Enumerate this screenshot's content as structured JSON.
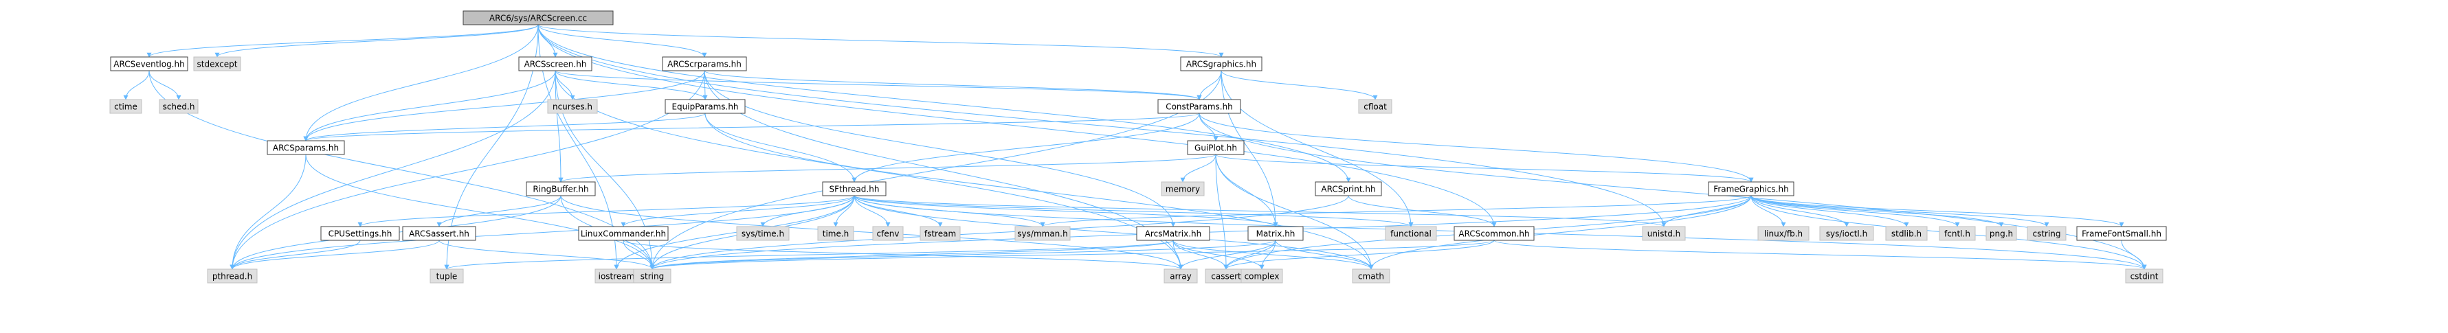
{
  "diagram": {
    "root": "ARC6/sys/ARCScreen.cc",
    "colors": {
      "root_fill": "#bfbfbf",
      "node_fill": "#ffffff",
      "system_fill": "#e0e0e0",
      "node_stroke": "#404040",
      "system_stroke": "#c0c0c0",
      "edge": "#63b8ff"
    },
    "nodes": [
      {
        "id": "n_root",
        "label": "ARC6/sys/ARCScreen.cc",
        "kind": "root"
      },
      {
        "id": "n_stdexcept",
        "label": "stdexcept",
        "kind": "system"
      },
      {
        "id": "n_arcseventlog",
        "label": "ARCSeventlog.hh",
        "kind": "local"
      },
      {
        "id": "n_arcsscreen",
        "label": "ARCSscreen.hh",
        "kind": "local"
      },
      {
        "id": "n_arcscrparams",
        "label": "ARCScrparams.hh",
        "kind": "local"
      },
      {
        "id": "n_arcsgraphics",
        "label": "ARCSgraphics.hh",
        "kind": "local"
      },
      {
        "id": "n_ctime",
        "label": "ctime",
        "kind": "system"
      },
      {
        "id": "n_schedh",
        "label": "sched.h",
        "kind": "system"
      },
      {
        "id": "n_ncursesh",
        "label": "ncurses.h",
        "kind": "system"
      },
      {
        "id": "n_equipparams",
        "label": "EquipParams.hh",
        "kind": "local"
      },
      {
        "id": "n_constparams",
        "label": "ConstParams.hh",
        "kind": "local"
      },
      {
        "id": "n_cfloat",
        "label": "cfloat",
        "kind": "system"
      },
      {
        "id": "n_arcsparams",
        "label": "ARCSparams.hh",
        "kind": "local"
      },
      {
        "id": "n_guiplot",
        "label": "GuiPlot.hh",
        "kind": "local"
      },
      {
        "id": "n_memory",
        "label": "memory",
        "kind": "system"
      },
      {
        "id": "n_ringbuffer",
        "label": "RingBuffer.hh",
        "kind": "local"
      },
      {
        "id": "n_sfthread",
        "label": "SFthread.hh",
        "kind": "local"
      },
      {
        "id": "n_arcsprint",
        "label": "ARCSprint.hh",
        "kind": "local"
      },
      {
        "id": "n_framegraphics",
        "label": "FrameGraphics.hh",
        "kind": "local"
      },
      {
        "id": "n_iostream",
        "label": "iostream",
        "kind": "system"
      },
      {
        "id": "n_cpusettings",
        "label": "CPUSettings.hh",
        "kind": "local"
      },
      {
        "id": "n_arcsassert",
        "label": "ARCSassert.hh",
        "kind": "local"
      },
      {
        "id": "n_linuxcommander",
        "label": "LinuxCommander.hh",
        "kind": "local"
      },
      {
        "id": "n_systimeh",
        "label": "sys/time.h",
        "kind": "system"
      },
      {
        "id": "n_timeh",
        "label": "time.h",
        "kind": "system"
      },
      {
        "id": "n_cfenv",
        "label": "cfenv",
        "kind": "system"
      },
      {
        "id": "n_fstream",
        "label": "fstream",
        "kind": "system"
      },
      {
        "id": "n_sysmmanh",
        "label": "sys/mman.h",
        "kind": "system"
      },
      {
        "id": "n_arcsmatrix",
        "label": "ArcsMatrix.hh",
        "kind": "local"
      },
      {
        "id": "n_matrix",
        "label": "Matrix.hh",
        "kind": "local"
      },
      {
        "id": "n_functional",
        "label": "functional",
        "kind": "system"
      },
      {
        "id": "n_arcscommon",
        "label": "ARCScommon.hh",
        "kind": "local"
      },
      {
        "id": "n_unistdh",
        "label": "unistd.h",
        "kind": "system"
      },
      {
        "id": "n_linuxfbh",
        "label": "linux/fb.h",
        "kind": "system"
      },
      {
        "id": "n_sysioctlh",
        "label": "sys/ioctl.h",
        "kind": "system"
      },
      {
        "id": "n_stdlibh",
        "label": "stdlib.h",
        "kind": "system"
      },
      {
        "id": "n_fcntlh",
        "label": "fcntl.h",
        "kind": "system"
      },
      {
        "id": "n_pngh",
        "label": "png.h",
        "kind": "system"
      },
      {
        "id": "n_cstring",
        "label": "cstring",
        "kind": "system"
      },
      {
        "id": "n_framefontsmall",
        "label": "FrameFontSmall.hh",
        "kind": "local"
      },
      {
        "id": "n_pthreadh",
        "label": "pthread.h",
        "kind": "system"
      },
      {
        "id": "n_tuple",
        "label": "tuple",
        "kind": "system"
      },
      {
        "id": "n_string",
        "label": "string",
        "kind": "system"
      },
      {
        "id": "n_array",
        "label": "array",
        "kind": "system"
      },
      {
        "id": "n_cassert",
        "label": "cassert",
        "kind": "system"
      },
      {
        "id": "n_complex",
        "label": "complex",
        "kind": "system"
      },
      {
        "id": "n_cmath",
        "label": "cmath",
        "kind": "system"
      },
      {
        "id": "n_cstdint",
        "label": "cstdint",
        "kind": "system"
      }
    ],
    "edges": [
      [
        "n_root",
        "n_stdexcept"
      ],
      [
        "n_root",
        "n_arcseventlog"
      ],
      [
        "n_root",
        "n_arcsscreen"
      ],
      [
        "n_root",
        "n_arcscrparams"
      ],
      [
        "n_root",
        "n_arcsgraphics"
      ],
      [
        "n_root",
        "n_arcsparams"
      ],
      [
        "n_root",
        "n_arcsprint"
      ],
      [
        "n_root",
        "n_arcscommon"
      ],
      [
        "n_root",
        "n_unistdh"
      ],
      [
        "n_root",
        "n_iostream"
      ],
      [
        "n_root",
        "n_tuple"
      ],
      [
        "n_arcseventlog",
        "n_ctime"
      ],
      [
        "n_arcseventlog",
        "n_schedh"
      ],
      [
        "n_arcseventlog",
        "n_string"
      ],
      [
        "n_arcsscreen",
        "n_ncursesh"
      ],
      [
        "n_arcsscreen",
        "n_equipparams"
      ],
      [
        "n_arcsscreen",
        "n_constparams"
      ],
      [
        "n_arcsscreen",
        "n_arcsparams"
      ],
      [
        "n_arcsscreen",
        "n_ringbuffer"
      ],
      [
        "n_arcsscreen",
        "n_pthreadh"
      ],
      [
        "n_arcsscreen",
        "n_string"
      ],
      [
        "n_arcsscreen",
        "n_array"
      ],
      [
        "n_arcscrparams",
        "n_equipparams"
      ],
      [
        "n_arcscrparams",
        "n_constparams"
      ],
      [
        "n_arcscrparams",
        "n_arcsparams"
      ],
      [
        "n_arcscrparams",
        "n_arcsmatrix"
      ],
      [
        "n_arcscrparams",
        "n_array"
      ],
      [
        "n_arcscrparams",
        "n_pthreadh"
      ],
      [
        "n_arcsgraphics",
        "n_constparams"
      ],
      [
        "n_arcsgraphics",
        "n_cfloat"
      ],
      [
        "n_arcsgraphics",
        "n_matrix"
      ],
      [
        "n_arcsgraphics",
        "n_functional"
      ],
      [
        "n_arcsgraphics",
        "n_string"
      ],
      [
        "n_equipparams",
        "n_arcsparams"
      ],
      [
        "n_equipparams",
        "n_sfthread"
      ],
      [
        "n_equipparams",
        "n_cmath"
      ],
      [
        "n_constparams",
        "n_arcsparams"
      ],
      [
        "n_constparams",
        "n_guiplot"
      ],
      [
        "n_constparams",
        "n_framegraphics"
      ],
      [
        "n_constparams",
        "n_sfthread"
      ],
      [
        "n_constparams",
        "n_cstdint"
      ],
      [
        "n_arcsparams",
        "n_pthreadh"
      ],
      [
        "n_arcsparams",
        "n_string"
      ],
      [
        "n_guiplot",
        "n_memory"
      ],
      [
        "n_guiplot",
        "n_ringbuffer"
      ],
      [
        "n_guiplot",
        "n_framegraphics"
      ],
      [
        "n_guiplot",
        "n_matrix"
      ],
      [
        "n_guiplot",
        "n_cassert"
      ],
      [
        "n_guiplot",
        "n_cmath"
      ],
      [
        "n_ringbuffer",
        "n_arcsassert"
      ],
      [
        "n_ringbuffer",
        "n_array"
      ],
      [
        "n_ringbuffer",
        "n_string"
      ],
      [
        "n_ringbuffer",
        "n_pthreadh"
      ],
      [
        "n_sfthread",
        "n_iostream"
      ],
      [
        "n_sfthread",
        "n_cpusettings"
      ],
      [
        "n_sfthread",
        "n_linuxcommander"
      ],
      [
        "n_sfthread",
        "n_systimeh"
      ],
      [
        "n_sfthread",
        "n_timeh"
      ],
      [
        "n_sfthread",
        "n_cfenv"
      ],
      [
        "n_sfthread",
        "n_fstream"
      ],
      [
        "n_sfthread",
        "n_sysmmanh"
      ],
      [
        "n_sfthread",
        "n_matrix"
      ],
      [
        "n_sfthread",
        "n_functional"
      ],
      [
        "n_sfthread",
        "n_unistdh"
      ],
      [
        "n_sfthread",
        "n_pthreadh"
      ],
      [
        "n_sfthread",
        "n_string"
      ],
      [
        "n_sfthread",
        "n_cmath"
      ],
      [
        "n_sfthread",
        "n_cstdint"
      ],
      [
        "n_arcsprint",
        "n_arcscommon"
      ],
      [
        "n_arcsprint",
        "n_string"
      ],
      [
        "n_framegraphics",
        "n_sysmmanh"
      ],
      [
        "n_framegraphics",
        "n_unistdh"
      ],
      [
        "n_framegraphics",
        "n_linuxfbh"
      ],
      [
        "n_framegraphics",
        "n_sysioctlh"
      ],
      [
        "n_framegraphics",
        "n_stdlibh"
      ],
      [
        "n_framegraphics",
        "n_fcntlh"
      ],
      [
        "n_framegraphics",
        "n_pngh"
      ],
      [
        "n_framegraphics",
        "n_cstring"
      ],
      [
        "n_framegraphics",
        "n_framefontsmall"
      ],
      [
        "n_framegraphics",
        "n_cstdint"
      ],
      [
        "n_framegraphics",
        "n_cassert"
      ],
      [
        "n_framegraphics",
        "n_cmath"
      ],
      [
        "n_framegraphics",
        "n_string"
      ],
      [
        "n_framefontsmall",
        "n_cstdint"
      ],
      [
        "n_cpusettings",
        "n_pthreadh"
      ],
      [
        "n_arcsassert",
        "n_pthreadh"
      ],
      [
        "n_arcsassert",
        "n_string"
      ],
      [
        "n_linuxcommander",
        "n_string"
      ],
      [
        "n_linuxcommander",
        "n_array"
      ],
      [
        "n_arcsmatrix",
        "n_tuple"
      ],
      [
        "n_arcsmatrix",
        "n_string"
      ],
      [
        "n_arcsmatrix",
        "n_array"
      ],
      [
        "n_arcsmatrix",
        "n_cassert"
      ],
      [
        "n_arcsmatrix",
        "n_complex"
      ],
      [
        "n_arcsmatrix",
        "n_cmath"
      ],
      [
        "n_matrix",
        "n_string"
      ],
      [
        "n_matrix",
        "n_array"
      ],
      [
        "n_matrix",
        "n_cassert"
      ],
      [
        "n_matrix",
        "n_complex"
      ],
      [
        "n_matrix",
        "n_cmath"
      ],
      [
        "n_arcscommon",
        "n_string"
      ],
      [
        "n_arcscommon",
        "n_cassert"
      ],
      [
        "n_arcscommon",
        "n_cstdint"
      ]
    ]
  }
}
